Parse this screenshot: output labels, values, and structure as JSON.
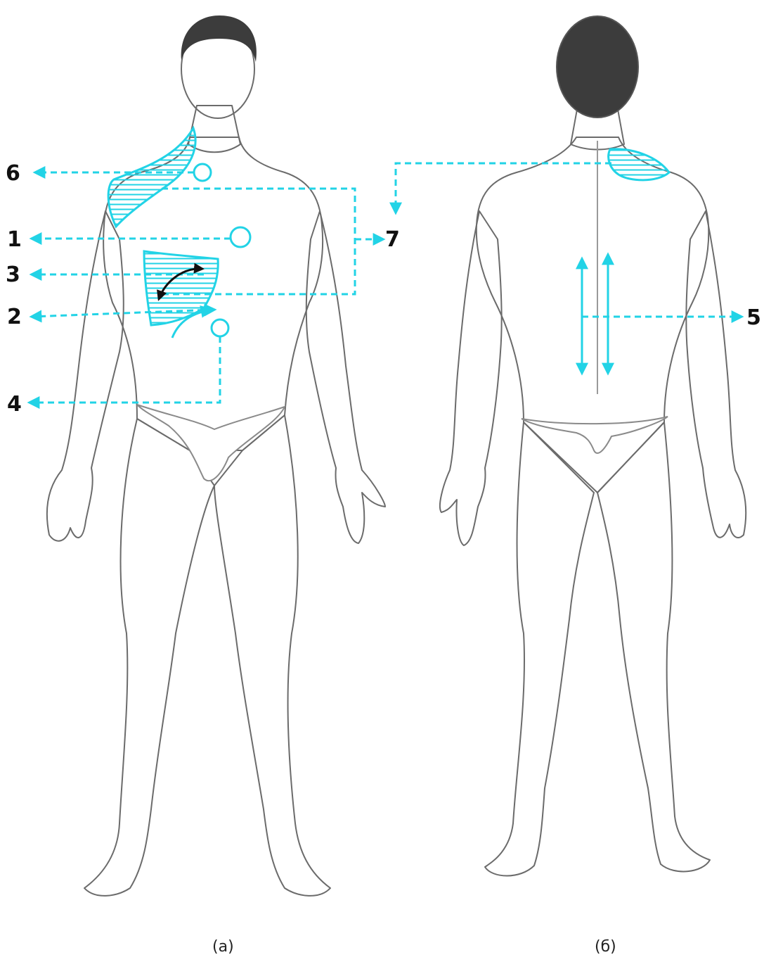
{
  "colors": {
    "accent": "#22d3e6",
    "skin": "#d9d9d9",
    "skin_shadow": "#bdbdbd",
    "hair": "#3c3c3c",
    "underwear": "#ffffff",
    "arrow_dark": "#111111"
  },
  "markers": {
    "m1": "1",
    "m2": "2",
    "m3": "3",
    "m4": "4",
    "m5": "5",
    "m6": "6",
    "m7": "7"
  },
  "captions": {
    "front": "(a)",
    "back": "(б)"
  }
}
